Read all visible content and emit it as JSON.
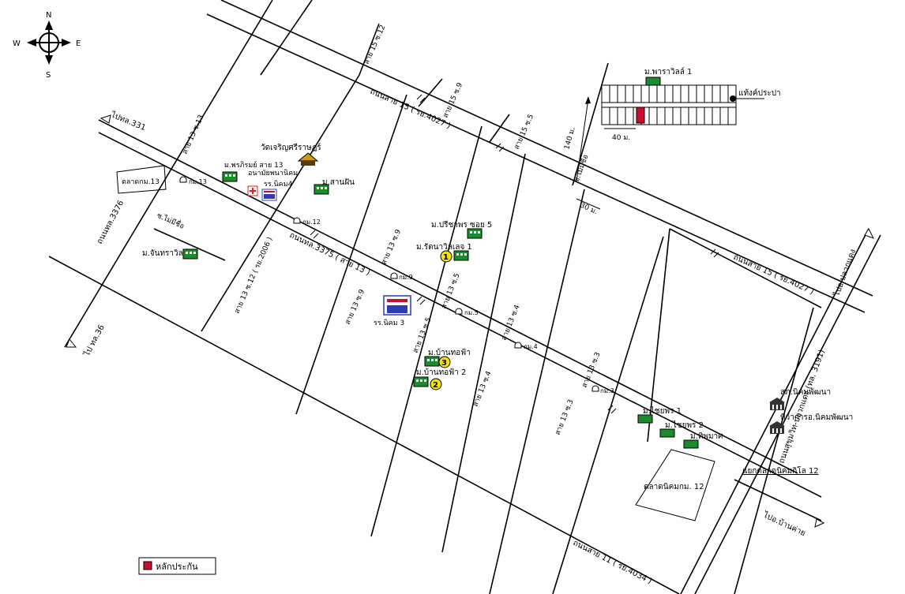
{
  "compass": {
    "north": "N",
    "south": "S",
    "east": "E",
    "west": "W"
  },
  "roads": {
    "road15_a": "ถนนสาย 15 ( รย.4027 )",
    "road15_b": "ถนนสาย 15 ( รย.4027 )",
    "road3375": "ถนนทล.3375 ( สาย 13 )",
    "road11": "ถนนสาย 11 ( รย.4034 )",
    "road3191": "ถนนสุขุมวิท-ปลวกแดง (ทล. 3191)",
    "road3376": "ถนนทล.3376",
    "to331": "ไปทล.331",
    "to36": "ไป ทล.36",
    "to_pluakdaeng": "ไปอ.ปลวกแดง",
    "to_banchai": "ไปอ.บ้านค่าย",
    "soi_noname_1": "ซ.ไม่มีชื่อ",
    "soi_noname_2": "ซ.ไม่มีชื่อ",
    "s15s12": "สาย 15 ซ.12",
    "s15s9": "สาย 15 ซ.9",
    "s15s5": "สาย 15 ซ.5",
    "s13s13": "สาย 13 ซ.13",
    "s13s12": "สาย 13 ซ.12 ( รย.2006 )",
    "s13s9_a": "สาย 13 ซ.9",
    "s13s9_b": "สาย 13 ซ.9",
    "s13s5_a": "สาย 13 ซ.5",
    "s13s5_b": "สาย 13 ซ.5",
    "s13s4_a": "สาย 13 ซ.4",
    "s13s4_b": "สาย 13 ซ.4",
    "s13s3_a": "สาย 13 ซ.3",
    "s13s3_b": "สาย 13 ซ.3"
  },
  "places": {
    "wat": "วัดเจริญศรีราษฎร์",
    "pornpirom": "ม.พรภิรมย์ สาย 13",
    "anamai": "อนามัยพนานิคม",
    "school4": "รร.นิคม4",
    "sanfan": "ม.สานฝัน",
    "market13": "ตลาดกม.13",
    "chantra": "ม.จันทราวิลล์",
    "preeyaporn": "ม.ปรีชาพร ซอย 5",
    "rattana": "ม.รัตนาวิลเลจ 1",
    "school3": "รร.นิคม 3",
    "banthofa": "ม.บ้านทอฟ้า",
    "banthofa2": "ม.บ้านทอฟ้า 2",
    "chaiyaporn1": "ม.ไชยพร 1",
    "chaiyaporn2": "ม.ไชยพร 2",
    "tippamas": "ม.ทิพมาศ",
    "police": "สภ.นิคมพัฒนา",
    "district": "ที่ว่าการอ.นิคมพัฒนา",
    "junction": "แยกตลาดนิคมกิโล 12",
    "market12": "ตลาดนิคมกม. 12",
    "parawil": "ม.พาราวิลล์ 1",
    "watertank": "แท้งค์ประปา"
  },
  "markers": {
    "km13": "กม.13",
    "km12": "กม.12",
    "km9": "กม.9",
    "km5": "กม.5",
    "km4": "กม.4",
    "km3": "กม.3"
  },
  "badges": {
    "b1": "1",
    "b2": "2",
    "b3": "3"
  },
  "dimensions": {
    "d140": "140 ม.",
    "d40": "40 ม.",
    "d30": "30 ม."
  },
  "legend": {
    "label": "หลักประกัน"
  },
  "colors": {
    "collateral": "#c8102e",
    "badge": "#f5e400",
    "building": "#1e8a2e",
    "school": "#2f3bb5",
    "temple": "#c89a1a",
    "clinic": "#e01f1f"
  }
}
